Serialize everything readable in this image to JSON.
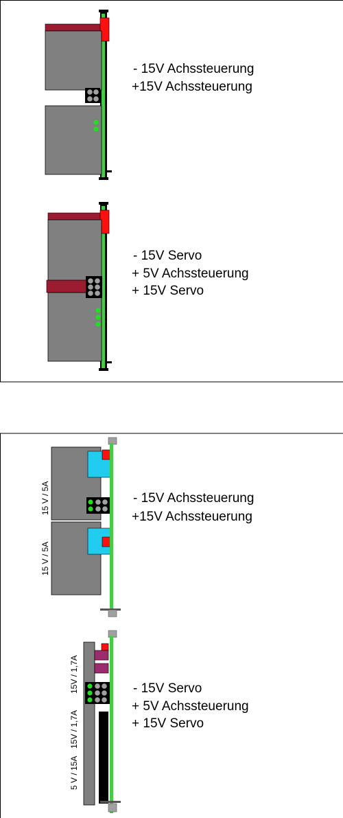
{
  "colors": {
    "module_gray": "#808080",
    "dark_red": "#9B1B30",
    "red": "#FF1010",
    "green_led": "#22DD22",
    "green_bar": "#44CC44",
    "cyan": "#22CCEE",
    "purple": "#9B2C6E",
    "black": "#000000",
    "connector_gray": "#A0A0A0"
  },
  "panel_top": {
    "group1": {
      "line1": "- 15V Achssteuerung",
      "line2": "+15V Achssteuerung"
    },
    "group2": {
      "line1": "-  15V Servo",
      "line2": "+ 5V Achssteuerung",
      "line3": "+ 15V Servo"
    }
  },
  "panel_bottom": {
    "group1": {
      "line1": "- 15V Achssteuerung",
      "line2": "+15V Achssteuerung",
      "rating_upper": "15 V  / 5A",
      "rating_lower": "15 V  / 5A"
    },
    "group2": {
      "line1": "-  15V Servo",
      "line2": "+ 5V Achssteuerung",
      "line3": "+ 15V Servo",
      "rating_a": "15V / 1,7A",
      "rating_b": "15V / 1,7A",
      "rating_c": "5 V  / 15A"
    }
  }
}
